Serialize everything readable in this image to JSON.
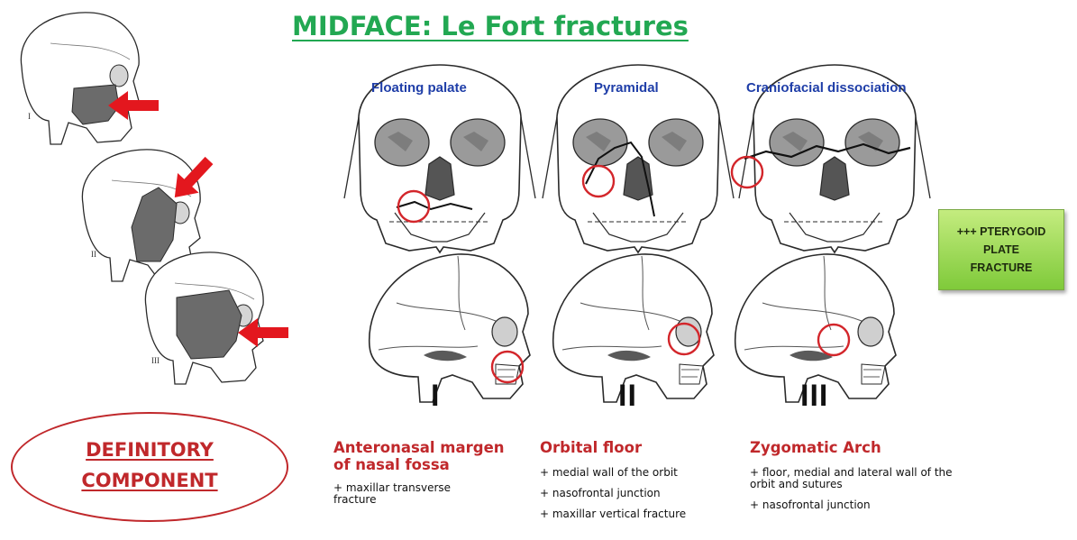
{
  "title": "MIDFACE: Le Fort fractures",
  "fracture_types": [
    {
      "label": "Floating palate",
      "numeral": "I",
      "heading": "Anteronasal margen of nasal fossa",
      "details": [
        "+ maxillar transverse fracture"
      ]
    },
    {
      "label": "Pyramidal",
      "numeral": "II",
      "heading": "Orbital floor",
      "details": [
        "+ medial wall of the orbit",
        "+ nasofrontal junction",
        "+ maxillar vertical fracture"
      ]
    },
    {
      "label": "Craniofacial dissociation",
      "numeral": "III",
      "heading": "Zygomatic Arch",
      "details": [
        "+ floor, medial and lateral wall of the orbit and sutures",
        "+ nasofrontal junction"
      ]
    }
  ],
  "side_numerals": [
    "I",
    "II",
    "III"
  ],
  "pterygoid_box": {
    "lines": [
      "+++ PTERYGOID",
      "PLATE",
      "FRACTURE"
    ],
    "color": "#8fd14a"
  },
  "definitory": {
    "lines": [
      "DEFINITORY",
      "COMPONENT"
    ],
    "color": "#c0282b"
  },
  "colors": {
    "title": "#22a852",
    "label_blue": "#1f3ea8",
    "marker_red": "#d3262b",
    "fracture_fill": "#6b6b6b"
  },
  "icons": {
    "left_arrows": "red-arrow-icon",
    "circles": "red-circle-marker"
  }
}
